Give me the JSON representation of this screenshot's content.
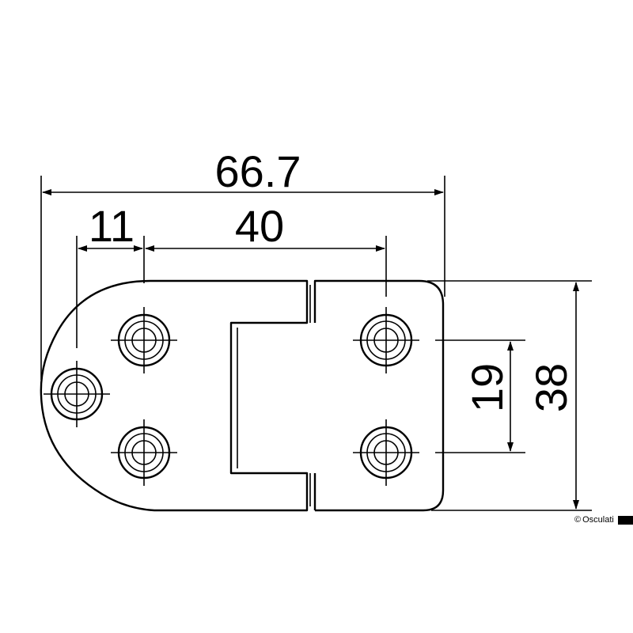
{
  "dimensions": {
    "overall_width": "66.7",
    "edge_to_hole": "11",
    "hole_spacing": "40",
    "hole_pitch_vertical": "19",
    "overall_height": "38"
  },
  "copyright": {
    "symbol": "©",
    "brand": "Osculati"
  }
}
